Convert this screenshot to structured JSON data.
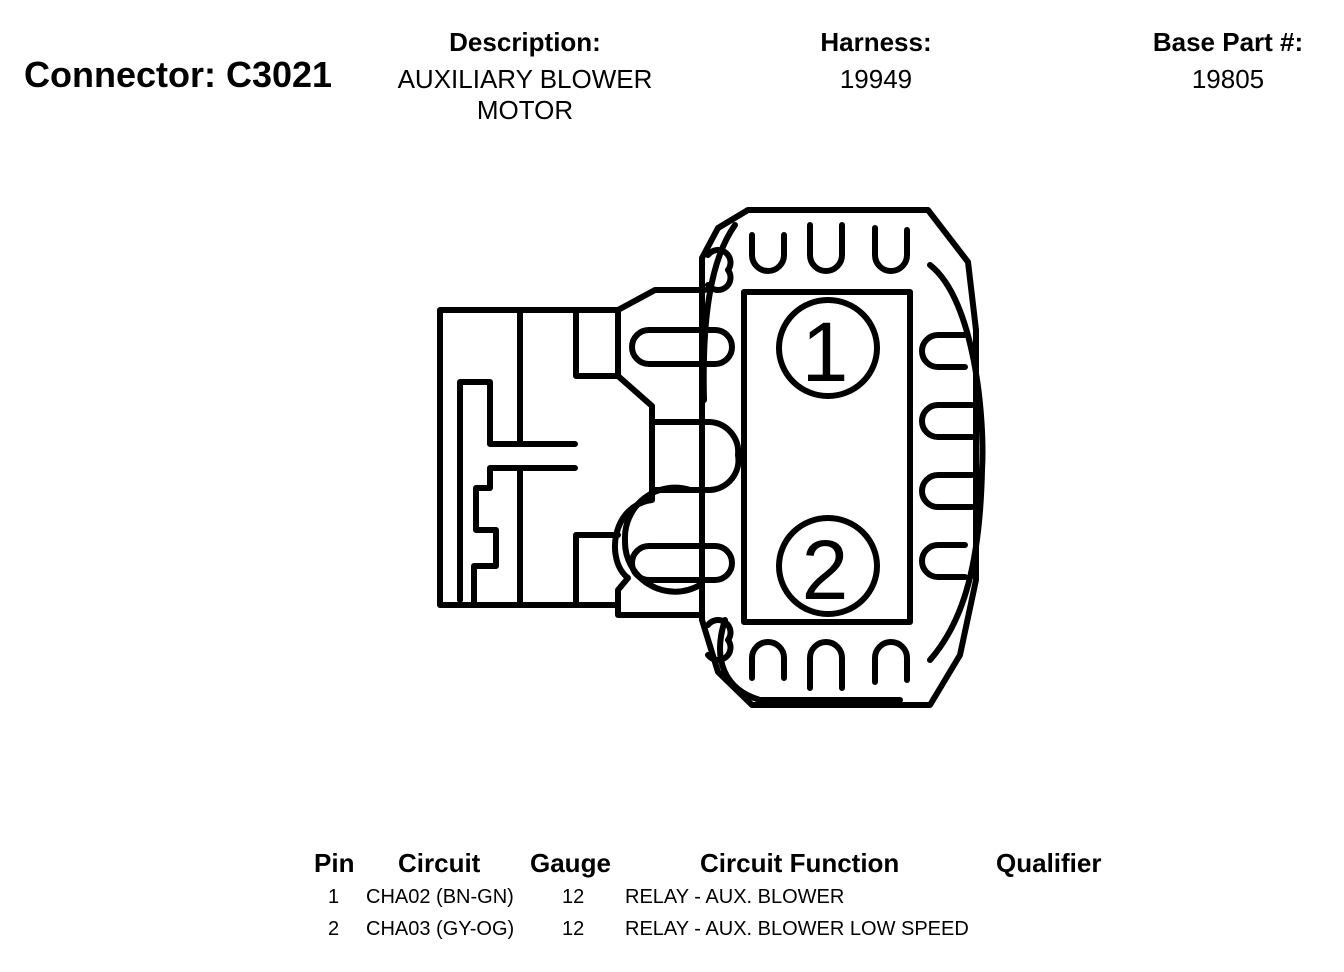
{
  "header": {
    "connector_label": "Connector: C3021",
    "description_label": "Description:",
    "description_line1": "AUXILIARY BLOWER",
    "description_line2": "MOTOR",
    "harness_label": "Harness:",
    "harness_value": "19949",
    "base_part_label": "Base Part #:",
    "base_part_value": "19805"
  },
  "connector": {
    "pins": [
      "1",
      "2"
    ]
  },
  "table": {
    "columns": [
      "Pin",
      "Circuit",
      "Gauge",
      "Circuit Function",
      "Qualifier"
    ],
    "rows": [
      {
        "pin": "1",
        "circuit": "CHA02 (BN-GN)",
        "gauge": "12",
        "function": "RELAY - AUX. BLOWER",
        "qualifier": ""
      },
      {
        "pin": "2",
        "circuit": "CHA03 (GY-OG)",
        "gauge": "12",
        "function": "RELAY - AUX. BLOWER LOW SPEED",
        "qualifier": ""
      }
    ]
  }
}
